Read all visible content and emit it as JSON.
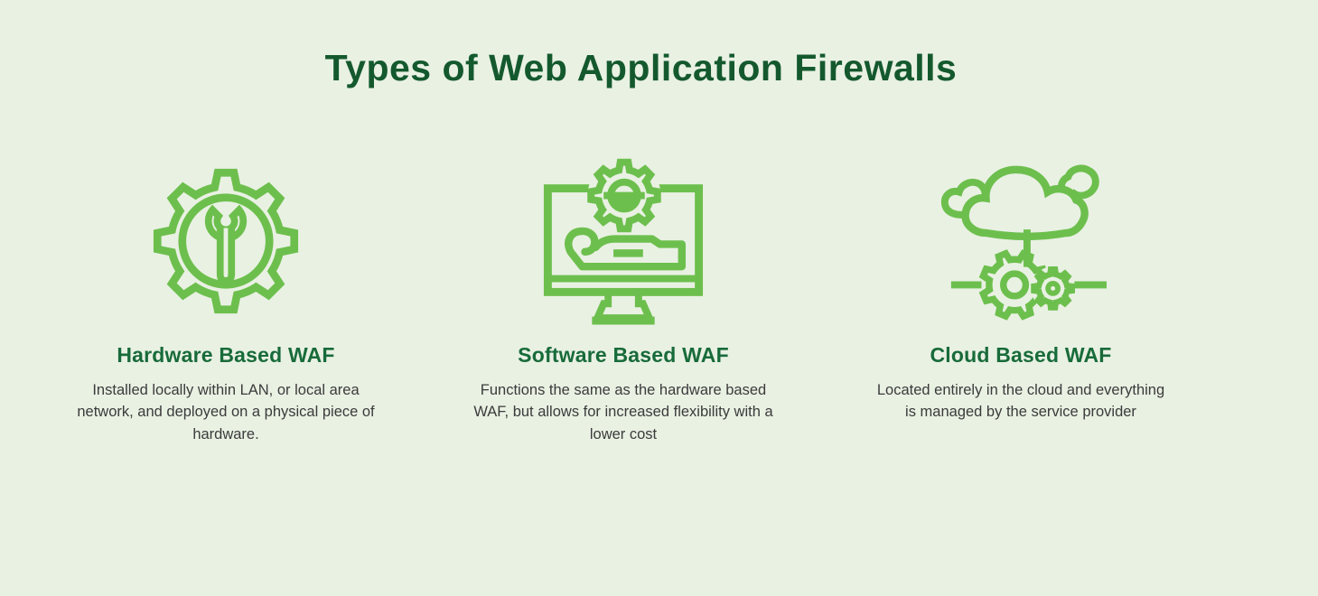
{
  "title": "Types of Web Application Firewalls",
  "colors": {
    "background": "#E9F1E3",
    "icon_green": "#6DBF4D",
    "title_green": "#14592E",
    "heading_green": "#186B3A",
    "body_text": "#3B3B3B"
  },
  "columns": [
    {
      "icon": "gear-wrench-icon",
      "heading": "Hardware Based WAF",
      "description": "Installed locally within LAN, or local area network, and deployed on a physical piece of hardware."
    },
    {
      "icon": "monitor-hand-gear-icon",
      "heading": "Software Based WAF",
      "description": "Functions the same as the hardware based WAF, but allows for increased flexibility with a lower cost"
    },
    {
      "icon": "cloud-gears-icon",
      "heading": "Cloud Based WAF",
      "description": "Located entirely in the cloud and everything is managed by the service provider"
    }
  ]
}
